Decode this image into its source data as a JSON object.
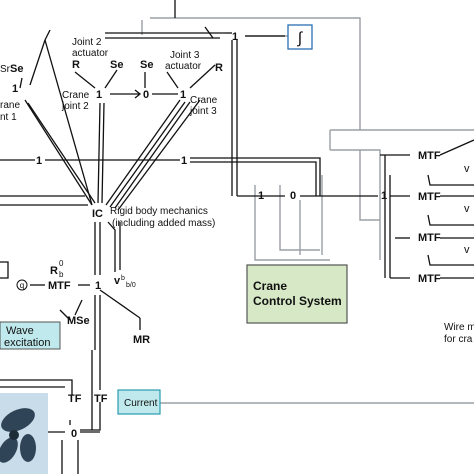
{
  "labels": {
    "se_left": "Se",
    "sr_left": "Sr",
    "joint2_actuator_1": "Joint 2",
    "joint2_actuator_2": "actuator",
    "joint3_actuator_1": "Joint 3",
    "joint3_actuator_2": "actuator",
    "r_j2": "R",
    "se_j2": "Se",
    "se_j3": "Se",
    "r_j3": "R",
    "crane_joint1_a": "rane",
    "crane_joint1_b": "nt 1",
    "crane_joint2_a": "Crane",
    "crane_joint2_b": "joint 2",
    "crane_joint3_a": "Crane",
    "crane_joint3_b": "joint 3",
    "ic": "IC",
    "rigid_body_1": "Rigid body mechanics",
    "rigid_body_2": "(including added mass)",
    "rb_main": "R",
    "rb_sub": "b",
    "rb_sup": "0",
    "mtf": "MTF",
    "one": "1",
    "zero": "0",
    "v_main": "v",
    "v_sup": "b",
    "v_sub": "b/0",
    "mse": "MSe",
    "mr": "MR",
    "tf": "TF",
    "q": "q",
    "v_right": "v",
    "wire_1": "Wire m",
    "wire_2": "for cra",
    "integrator": "∫"
  },
  "boxes": {
    "crane_control_1": "Crane",
    "crane_control_2": "Control System",
    "wave_1": "Wave",
    "wave_2": "excitation",
    "current": "Current"
  },
  "colors": {
    "crane_box_fill": "#d6e8c5",
    "crane_box_stroke": "#555555",
    "wave_box_fill": "#bfe9ec",
    "current_box_fill": "#bfe9ec",
    "current_box_stroke": "#2a9bb0",
    "signal_line": "#9aa0a6",
    "bond_line": "#111111",
    "propeller_bg": "#c9dcea",
    "propeller_blade": "#2f4456"
  },
  "icons": {
    "integrator": "integrator-icon",
    "propeller": "propeller-icon"
  }
}
